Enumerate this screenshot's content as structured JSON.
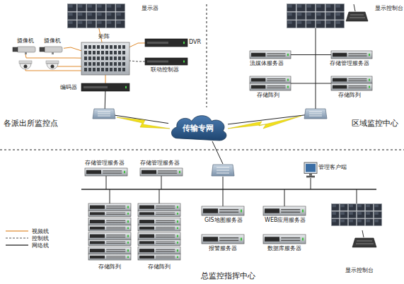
{
  "diagram": {
    "nodes": [
      {
        "text": [
          "显示器"
        ]
      },
      {
        "text": [
          "显示控制台"
        ]
      },
      {
        "text": [
          "摄像机"
        ]
      },
      {
        "text": [
          "摄像机"
        ]
      },
      {
        "text": [
          "矩阵"
        ]
      },
      {
        "text": [
          "DVR"
        ]
      },
      {
        "text": [
          "联动控制器"
        ]
      },
      {
        "text": [
          "流媒体服务器"
        ]
      },
      {
        "text": [
          "存储管理服务器"
        ]
      },
      {
        "text": [
          "编码器"
        ]
      },
      {
        "text": [
          "存储阵列"
        ]
      },
      {
        "text": [
          "存储阵列"
        ]
      },
      {
        "text": [
          "传输专网"
        ]
      },
      {
        "text": [
          "存储管理服务器"
        ]
      },
      {
        "text": [
          "存储管理服务器"
        ]
      },
      {
        "text": [
          "管理客户端"
        ]
      },
      {
        "text": [
          "GIS地图服务器"
        ]
      },
      {
        "text": [
          "WEB应用服务器"
        ]
      },
      {
        "text": [
          "报警服务器"
        ]
      },
      {
        "text": [
          "数据库服务器"
        ]
      },
      {
        "text": [
          "存储阵列"
        ]
      },
      {
        "text": [
          "存储阵列"
        ]
      },
      {
        "text": [
          "显示控制台"
        ]
      }
    ],
    "edges": [
      {
        "from": 2,
        "to": 4,
        "arrow": "none"
      },
      {
        "from": 3,
        "to": 4,
        "arrow": "none"
      },
      {
        "from": 4,
        "to": 0,
        "arrow": "none"
      },
      {
        "from": 4,
        "to": 5,
        "arrow": "none"
      },
      {
        "from": 6,
        "to": 4,
        "arrow": "none"
      },
      {
        "from": 4,
        "to": 9,
        "arrow": "none"
      },
      {
        "from": 9,
        "to": 12,
        "arrow": "none"
      },
      {
        "from": 1,
        "to": 12,
        "arrow": "none"
      },
      {
        "from": 7,
        "to": 8,
        "arrow": "none"
      },
      {
        "from": 10,
        "to": 11,
        "arrow": "none"
      }
    ],
    "labels": [
      "各派出所监控点",
      "区域监控中心",
      "总监控指挥中心"
    ],
    "legend": [
      {
        "text": "视频线"
      },
      {
        "text": "控制线"
      },
      {
        "text": "网络线"
      }
    ]
  }
}
